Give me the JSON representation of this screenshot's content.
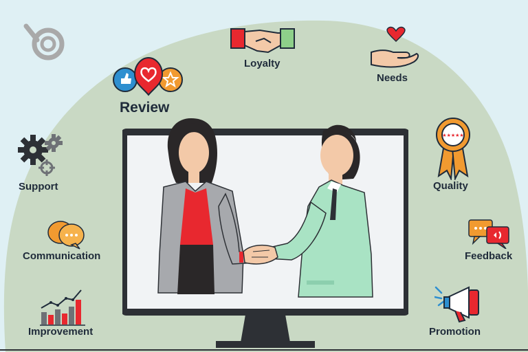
{
  "labels": {
    "loyalty": "Loyalty",
    "needs": "Needs",
    "review": "Review",
    "support": "Support",
    "quality": "Quality",
    "communication": "Communication",
    "feedback": "Feedback",
    "improvement": "Improvement",
    "promotion": "Promotion"
  },
  "icons": [
    "customer-logo-icon",
    "handshake-icon",
    "heart-hand-icon",
    "review-bubbles-icon",
    "gears-icon",
    "award-ribbon-icon",
    "chat-bubbles-icon",
    "feedback-bubbles-icon",
    "bar-chart-icon",
    "megaphone-icon"
  ],
  "colors": {
    "background": "#dff0f4",
    "blob": "#c9d9c4",
    "red": "#e8282f",
    "orange": "#f19a30",
    "blue": "#2e8fd0",
    "monitor": "#2d3035",
    "jacket_green": "#a9e3c4",
    "jacket_grey": "#a7a9ad"
  }
}
